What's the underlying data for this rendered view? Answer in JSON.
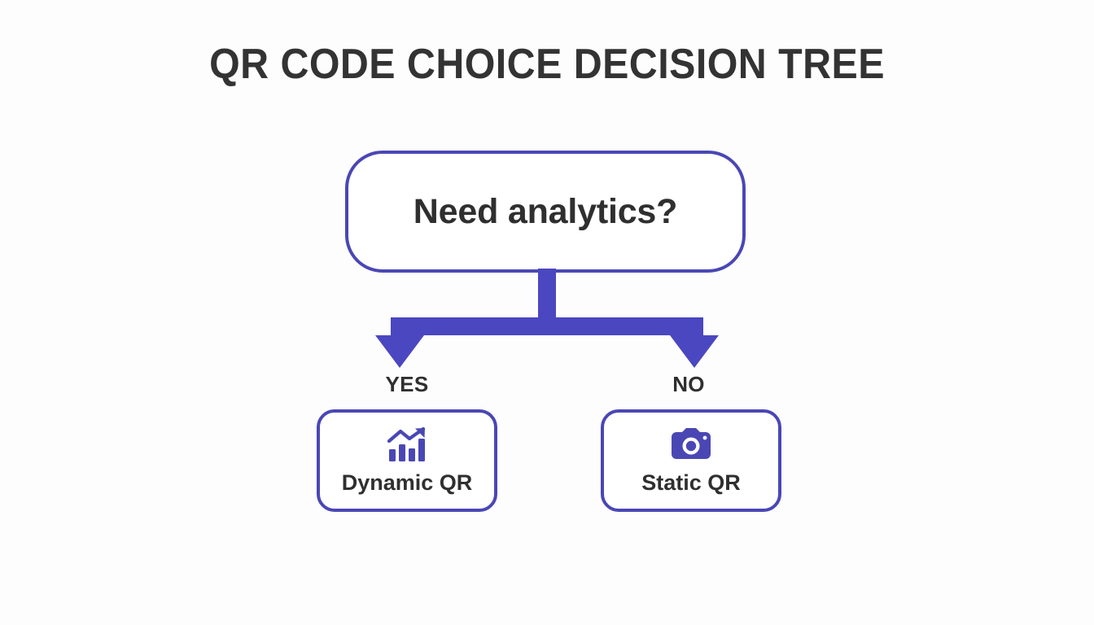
{
  "page": {
    "title": "QR CODE CHOICE DECISION TREE",
    "background_color": "#fdfdfd",
    "accent_color": "#4a47b5",
    "arrow_color": "#4a47c0",
    "text_color": "#2f2f2f"
  },
  "diagram": {
    "type": "decision-tree",
    "root": {
      "id": "need-analytics",
      "label": "Need analytics?",
      "shape": "rounded-rectangle",
      "border_color": "#4a47b5",
      "fill_color": "#ffffff"
    },
    "branches": [
      {
        "id": "branch-yes",
        "label": "YES",
        "direction": "left",
        "target": "dynamic-qr"
      },
      {
        "id": "branch-no",
        "label": "NO",
        "direction": "right",
        "target": "static-qr"
      }
    ],
    "leaves": [
      {
        "id": "dynamic-qr",
        "label": "Dynamic QR",
        "icon": "bar-chart-trending-up-icon",
        "icon_color": "#4a47b5",
        "border_color": "#4a47b5",
        "fill_color": "#ffffff"
      },
      {
        "id": "static-qr",
        "label": "Static QR",
        "icon": "camera-icon",
        "icon_color": "#4a47b5",
        "border_color": "#4a47b5",
        "fill_color": "#ffffff"
      }
    ]
  }
}
